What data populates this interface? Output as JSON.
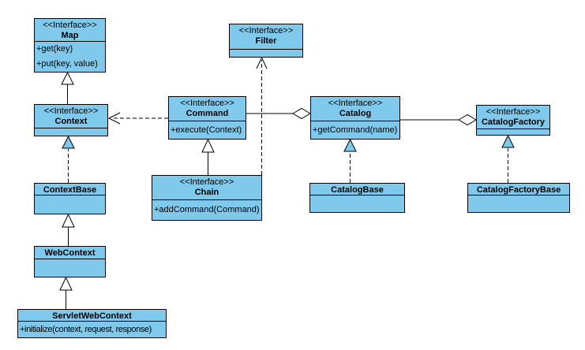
{
  "diagram": {
    "kind": "uml-class-diagram",
    "colors": {
      "box_fill": "#7EC9EC",
      "box_border": "#000000",
      "line": "#000000",
      "hollow_arrow_fill": "#FFFFFF",
      "realization_arrow_fill": "#7EC9EC",
      "background": "#FFFFFF"
    }
  },
  "classes": {
    "map": {
      "stereotype": "<<Interface>>",
      "name": "Map",
      "methods": [
        "+get(key)",
        "+put(key, value)"
      ]
    },
    "filter": {
      "stereotype": "<<Interface>>",
      "name": "Filter",
      "methods": []
    },
    "context": {
      "stereotype": "<<Interface>>",
      "name": "Context",
      "methods": []
    },
    "command": {
      "stereotype": "<<Interface>>",
      "name": "Command",
      "methods": [
        "+execute(Context)"
      ]
    },
    "catalog": {
      "stereotype": "<<Interface>>",
      "name": "Catalog",
      "methods": [
        "+getCommand(name)"
      ]
    },
    "catalog_factory": {
      "stereotype": "<<Interface>>",
      "name": "CatalogFactory",
      "methods": []
    },
    "chain": {
      "stereotype": "<<Interface>>",
      "name": "Chain",
      "methods": [
        "+addCommand(Command)"
      ]
    },
    "context_base": {
      "name": "ContextBase",
      "methods": []
    },
    "catalog_base": {
      "name": "CatalogBase",
      "methods": []
    },
    "catalog_factory_base": {
      "name": "CatalogFactoryBase",
      "methods": []
    },
    "web_context": {
      "name": "WebContext",
      "methods": []
    },
    "servlet_web_context": {
      "name": "ServletWebContext",
      "methods": [
        "+initialize(context, request, response)"
      ]
    }
  },
  "relationships": [
    {
      "from": "Context",
      "to": "Map",
      "type": "generalization",
      "line": "solid",
      "head": "hollow-triangle"
    },
    {
      "from": "ContextBase",
      "to": "Context",
      "type": "realization",
      "line": "dashed",
      "head": "filled-blue-triangle"
    },
    {
      "from": "WebContext",
      "to": "ContextBase",
      "type": "generalization",
      "line": "solid",
      "head": "hollow-triangle"
    },
    {
      "from": "ServletWebContext",
      "to": "WebContext",
      "type": "generalization",
      "line": "solid",
      "head": "hollow-triangle"
    },
    {
      "from": "Chain",
      "to": "Command",
      "type": "generalization",
      "line": "solid",
      "head": "hollow-triangle"
    },
    {
      "from": "Chain",
      "to": "Filter",
      "type": "dependency",
      "line": "dashed",
      "head": "open-arrow"
    },
    {
      "from": "Command",
      "to": "Context",
      "type": "dependency",
      "line": "dashed",
      "head": "open-arrow"
    },
    {
      "from": "Command",
      "to": "Catalog",
      "type": "aggregation",
      "line": "solid",
      "head": "hollow-diamond"
    },
    {
      "from": "Catalog",
      "to": "CatalogFactory",
      "type": "aggregation",
      "line": "solid",
      "head": "hollow-diamond"
    },
    {
      "from": "CatalogBase",
      "to": "Catalog",
      "type": "realization",
      "line": "dashed",
      "head": "filled-blue-triangle"
    },
    {
      "from": "CatalogFactoryBase",
      "to": "CatalogFactory",
      "type": "realization",
      "line": "dashed",
      "head": "filled-blue-triangle"
    }
  ]
}
